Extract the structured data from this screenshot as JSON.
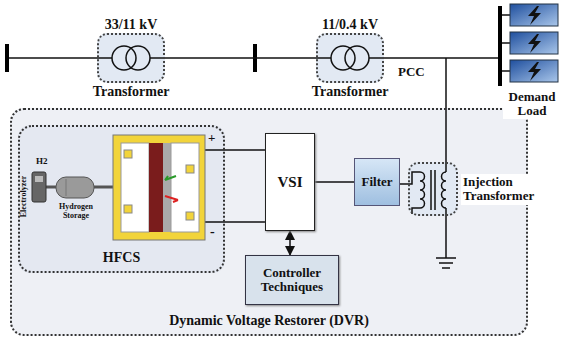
{
  "diagram": {
    "nodes": [
      {
        "text": [
          "33/11 kV",
          "Transformer"
        ]
      },
      {
        "text": [
          "11/0.4 kV",
          "Transformer"
        ]
      },
      {
        "text": [
          "Dynamic Voltage Restorer (DVR)"
        ]
      },
      {
        "text": [
          "HFCS"
        ],
        "in": 2
      },
      {
        "text": [
          "VSI"
        ],
        "in": 2
      },
      {
        "text": [
          "Filter"
        ],
        "in": 2
      },
      {
        "text": [
          "Controller Techniques"
        ],
        "in": 2
      },
      {
        "text": [
          "Injection Transformer"
        ],
        "in": 2
      }
    ],
    "edges": [
      {
        "from": 0,
        "to": 1,
        "arrow": "none"
      },
      {
        "from": 3,
        "to": 4,
        "arrow": "none"
      },
      {
        "from": 4,
        "to": 5,
        "arrow": "none"
      },
      {
        "from": 5,
        "to": 7,
        "arrow": "none"
      },
      {
        "from": 6,
        "to": 4,
        "arrow": "both"
      }
    ],
    "labels": [
      "PCC",
      "Demand Load",
      "H2",
      "Electrolyzer",
      "Hydrogen Storage",
      "+",
      "-"
    ]
  }
}
